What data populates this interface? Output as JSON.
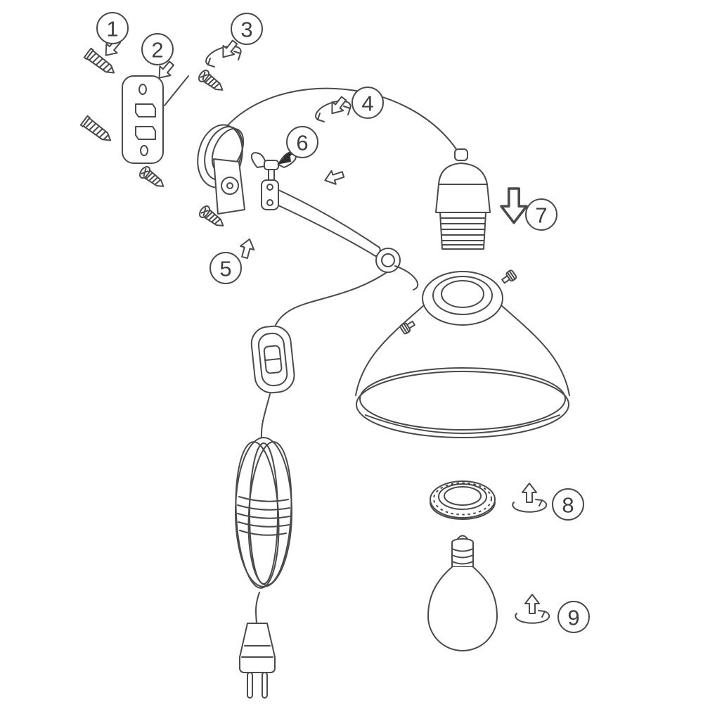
{
  "diagram": {
    "background_color": "#ffffff",
    "line_color": "#4a4a4a",
    "steps": [
      {
        "label": "1",
        "part": "wall-anchors"
      },
      {
        "label": "2",
        "part": "wall-mounting-plate"
      },
      {
        "label": "3",
        "part": "mounting-screws"
      },
      {
        "label": "4",
        "part": "screw-rotation"
      },
      {
        "label": "5",
        "part": "clamp-scissor-arm"
      },
      {
        "label": "6",
        "part": "wing-nut"
      },
      {
        "label": "7",
        "part": "lamp-socket-insert"
      },
      {
        "label": "8",
        "part": "shade-retaining-ring"
      },
      {
        "label": "9",
        "part": "light-bulb"
      }
    ]
  }
}
